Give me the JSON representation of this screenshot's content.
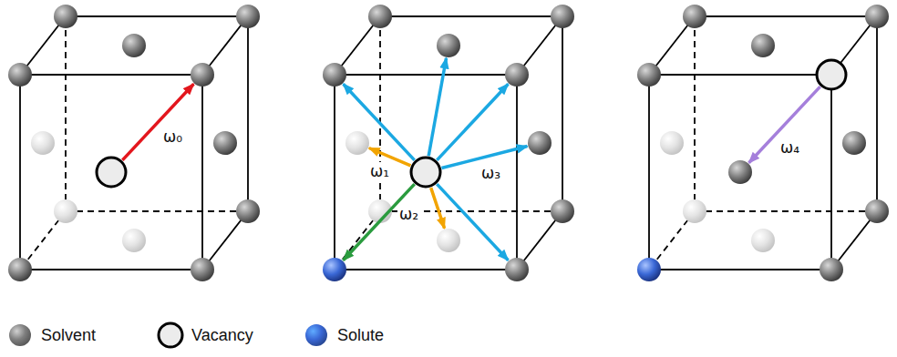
{
  "diagram": {
    "labels": [
      "ω₀",
      "ω₁",
      "ω₂",
      "ω₃",
      "ω₄"
    ],
    "legend": [
      {
        "text": "Solvent",
        "color": "#7f7f7f"
      },
      {
        "text": "Vacancy",
        "color": "#ececec"
      },
      {
        "text": "Solute",
        "color": "#3a68d6"
      }
    ]
  }
}
